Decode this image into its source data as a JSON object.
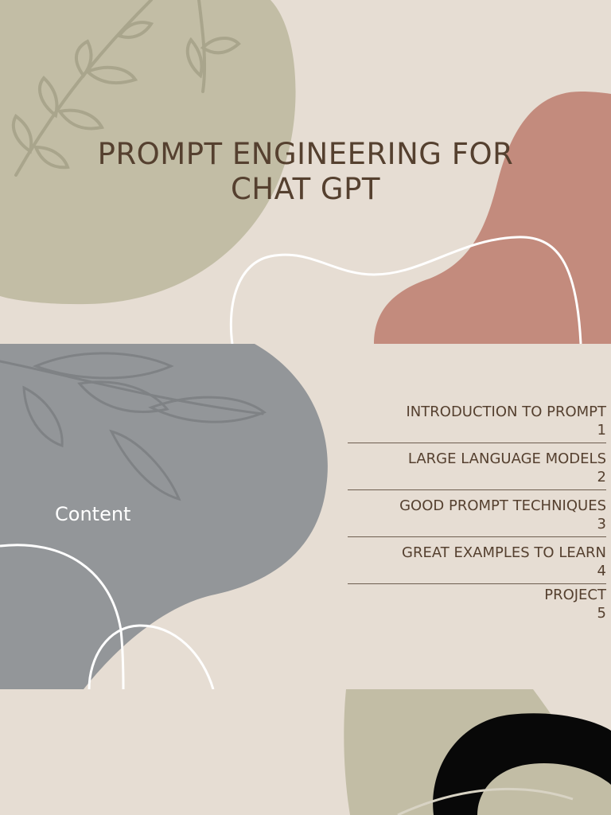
{
  "slide1": {
    "title": "PROMPT ENGINEERING FOR CHAT GPT"
  },
  "slide2": {
    "content_label": "Content",
    "toc": [
      {
        "label": "INTRODUCTION TO PROMPT",
        "number": "1"
      },
      {
        "label": "LARGE LANGUAGE MODELS",
        "number": "2"
      },
      {
        "label": "GOOD PROMPT TECHNIQUES",
        "number": "3"
      },
      {
        "label": "GREAT EXAMPLES TO LEARN",
        "number": "4"
      },
      {
        "label": "PROJECT",
        "number": "5"
      }
    ]
  },
  "colors": {
    "background": "#e6ddd3",
    "sage": "#c2bda5",
    "terracotta": "#c38b7d",
    "slate": "#939699",
    "text_brown": "#55402f",
    "black_arc": "#080808"
  }
}
